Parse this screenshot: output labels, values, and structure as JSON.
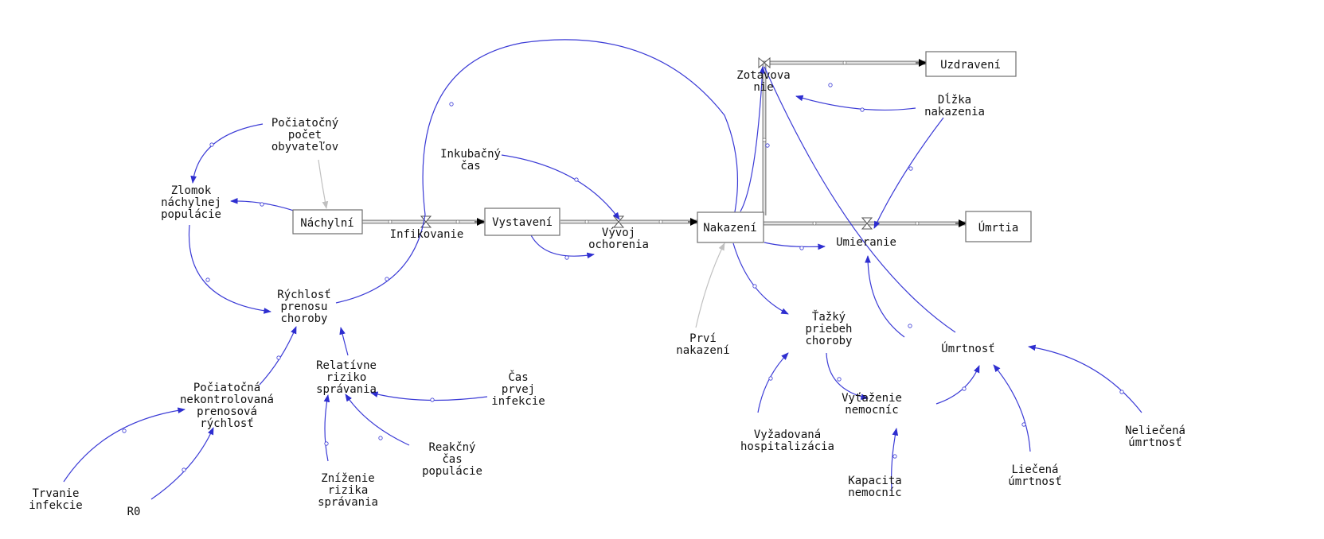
{
  "colors": {
    "link": "#3b3bd6",
    "link_light": "#c0c0c0",
    "pipe": "#8a8a8a",
    "text": "#111111"
  },
  "stocks": [
    {
      "id": "nachylni",
      "label": "Náchylní"
    },
    {
      "id": "vystaveni",
      "label": "Vystavení"
    },
    {
      "id": "nakazeni",
      "label": "Nakazení"
    },
    {
      "id": "uzdraveni",
      "label": "Uzdravení"
    },
    {
      "id": "umrtia",
      "label": "Úmrtia"
    }
  ],
  "flows": [
    {
      "id": "infikovanie",
      "label": "Infikovanie"
    },
    {
      "id": "vyvoj",
      "label": [
        "Vývoj",
        "ochorenia"
      ]
    },
    {
      "id": "zotavovanie",
      "label": [
        "Zotavova",
        "nie"
      ]
    },
    {
      "id": "umieranie",
      "label": "Umieranie"
    }
  ],
  "variables": [
    {
      "id": "pocatocny_pocet",
      "label": [
        "Počiatočný",
        "počet",
        "obyvateľov"
      ]
    },
    {
      "id": "zlomok",
      "label": [
        "Zlomok",
        "náchylnej",
        "populácie"
      ]
    },
    {
      "id": "rychlost",
      "label": [
        "Rýchlosť",
        "prenosu",
        "choroby"
      ]
    },
    {
      "id": "inkubacny",
      "label": [
        "Inkubačný",
        "čas"
      ]
    },
    {
      "id": "pocatocna_nekontr",
      "label": [
        "Počiatočná",
        "nekontrolovaná",
        "prenosová",
        "rýchlosť"
      ]
    },
    {
      "id": "relativne",
      "label": [
        "Relatívne",
        "riziko",
        "správania"
      ]
    },
    {
      "id": "cas_prvej",
      "label": [
        "Čas",
        "prvej",
        "infekcie"
      ]
    },
    {
      "id": "reakcny",
      "label": [
        "Reakčný",
        "čas",
        "populácie"
      ]
    },
    {
      "id": "znizenie",
      "label": [
        "Zníženie",
        "rizika",
        "správania"
      ]
    },
    {
      "id": "trvanie",
      "label": [
        "Trvanie",
        "infekcie"
      ]
    },
    {
      "id": "r0",
      "label": "R0"
    },
    {
      "id": "prvi_nakazeni",
      "label": [
        "Prví",
        "nakazení"
      ]
    },
    {
      "id": "dlzka",
      "label": [
        "Dĺžka",
        "nakazenia"
      ]
    },
    {
      "id": "tazky",
      "label": [
        "Ťažký",
        "priebeh",
        "choroby"
      ]
    },
    {
      "id": "vyzadovana",
      "label": [
        "Vyžadovaná",
        "hospitalizácia"
      ]
    },
    {
      "id": "vytazenie",
      "label": [
        "Vyťaženie",
        "nemocníc"
      ]
    },
    {
      "id": "kapacita",
      "label": [
        "Kapacita",
        "nemocníc"
      ]
    },
    {
      "id": "umrtnost",
      "label": "Úmrtnosť"
    },
    {
      "id": "liecena",
      "label": [
        "Liečená",
        "úmrtnosť"
      ]
    },
    {
      "id": "nelieccena",
      "label": [
        "Neliečená",
        "úmrtnosť"
      ]
    }
  ]
}
